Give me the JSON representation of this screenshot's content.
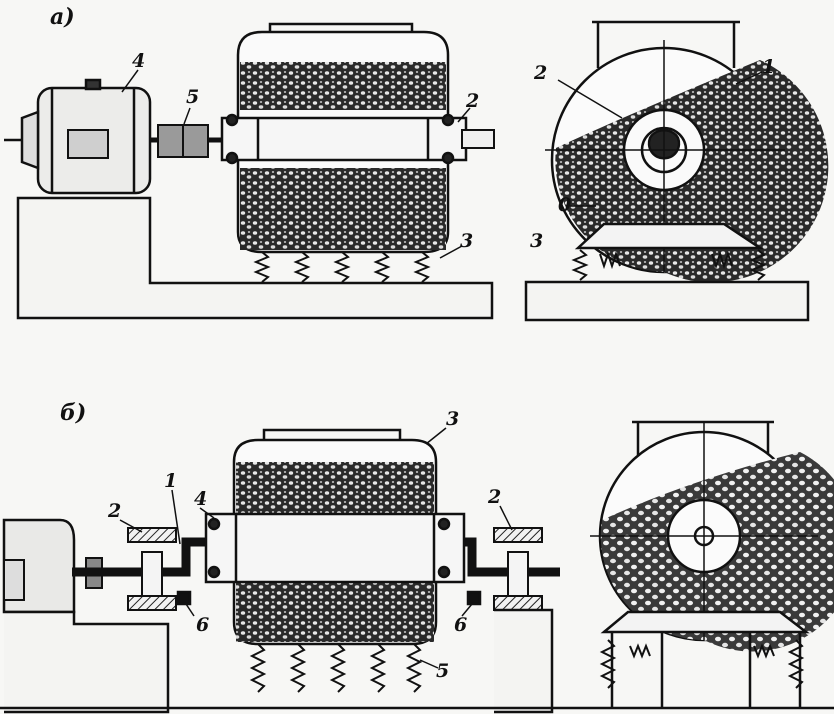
{
  "panel_a": {
    "label": "а)",
    "callouts": {
      "motor": "4",
      "coupling": "5",
      "shaft_end": "2",
      "springs": "3",
      "side_grain": "1",
      "side_unbalance": "2",
      "side_center": "0",
      "side_springs": "3"
    }
  },
  "panel_b": {
    "label": "б)",
    "callouts": {
      "shell": "3",
      "bearing_housing": "4",
      "shaft": "1",
      "left_support": "2",
      "right_support": "2",
      "left_mass": "6",
      "right_mass": "6",
      "springs": "5"
    }
  }
}
